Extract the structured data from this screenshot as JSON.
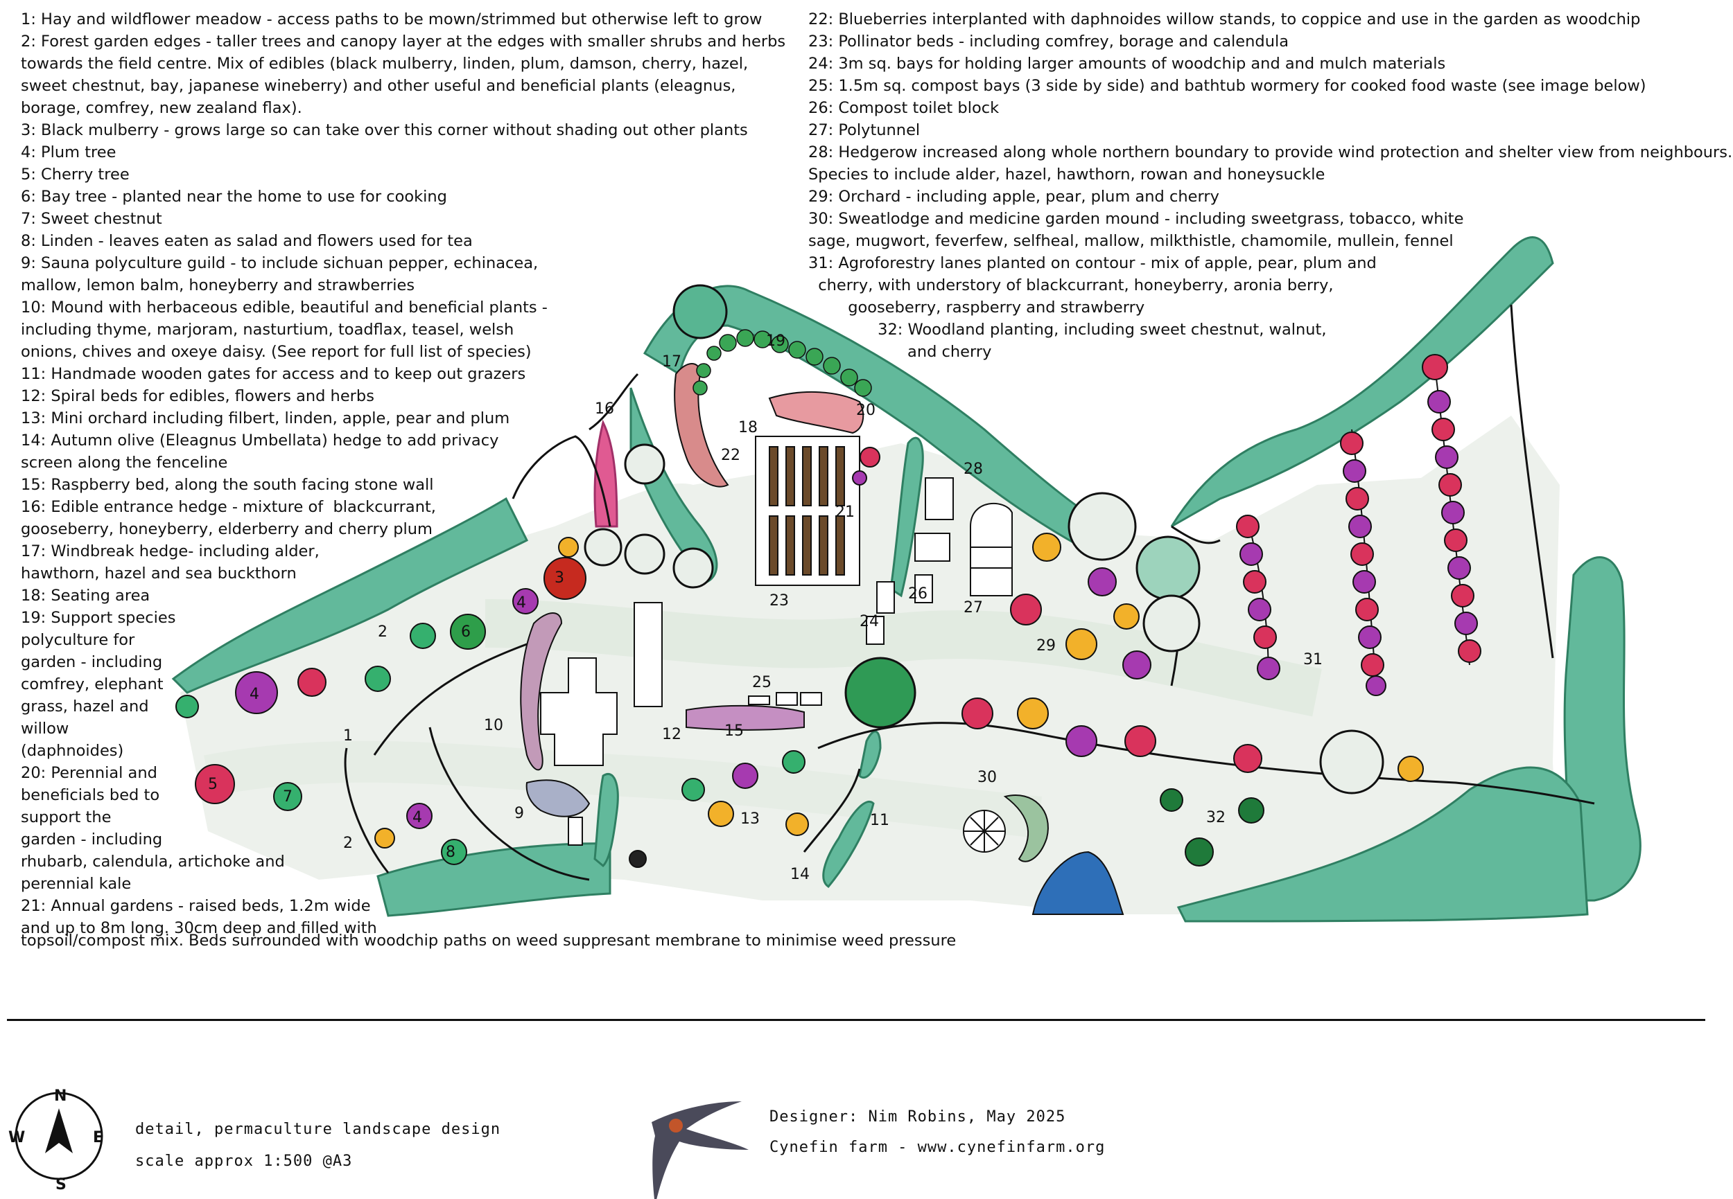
{
  "legend_left": [
    "1: Hay and wildflower meadow - access paths to be mown/strimmed but otherwise left to grow",
    "2: Forest garden edges - taller trees and canopy layer at the edges with smaller shrubs and herbs",
    "towards the field centre. Mix of edibles (black mulberry, linden, plum, damson, cherry, hazel,",
    "sweet chestnut, bay, japanese wineberry) and other useful and beneficial plants (eleagnus,",
    "borage, comfrey, new zealand flax).",
    "3: Black mulberry - grows large so can take over this corner without shading out other plants",
    "4: Plum tree",
    "5: Cherry tree",
    "6: Bay tree - planted near the home to use for cooking",
    "7: Sweet chestnut",
    "8: Linden - leaves eaten as salad and flowers used for tea",
    "9: Sauna polyculture guild - to include sichuan pepper, echinacea,",
    "mallow, lemon balm, honeyberry and strawberries",
    "10: Mound with herbaceous edible, beautiful and beneficial plants -",
    "including thyme, marjoram, nasturtium, toadflax, teasel, welsh",
    "onions, chives and oxeye daisy. (See report for full list of species)",
    "11: Handmade wooden gates for access and to keep out grazers",
    "12: Spiral beds for edibles, flowers and herbs",
    "13: Mini orchard including filbert, linden, apple, pear and plum",
    "14: Autumn olive (Eleagnus Umbellata) hedge to add privacy",
    "screen along the fenceline",
    "15: Raspberry bed, along the south facing stone wall",
    "16: Edible entrance hedge - mixture of  blackcurrant,",
    "gooseberry, honeyberry, elderberry and cherry plum",
    "17: Windbreak hedge- including alder,",
    "hawthorn, hazel and sea buckthorn",
    "18: Seating area",
    "19: Support species",
    "polyculture for",
    "garden - including",
    "comfrey, elephant",
    "grass, hazel and",
    "willow",
    "(daphnoides)",
    "20: Perennial and",
    "beneficials bed to",
    "support the",
    "garden - including",
    "rhubarb, calendula, artichoke and",
    "perennial kale",
    "21: Annual gardens - raised beds, 1.2m wide",
    "and up to 8m long. 30cm deep and filled with"
  ],
  "legend_bottom": "topsoil/compost mix. Beds surrounded with woodchip paths on weed suppresant membrane to minimise weed pressure",
  "legend_right": [
    "22: Blueberries interplanted with daphnoides willow stands, to coppice and use in the garden as woodchip",
    "23: Pollinator beds - including comfrey, borage and calendula",
    "24: 3m sq. bays for holding larger amounts of woodchip and and mulch materials",
    "25: 1.5m sq. compost bays (3 side by side) and bathtub wormery for cooked food waste (see image below)",
    "26: Compost toilet block",
    "27: Polytunnel",
    "28: Hedgerow increased along whole northern boundary to provide wind protection and shelter view from neighbours.",
    "Species to include alder, hazel, hawthorn, rowan and honeysuckle",
    "29: Orchard - including apple, pear, plum and cherry",
    "30: Sweatlodge and medicine garden mound - including sweetgrass, tobacco, white",
    "sage, mugwort, feverfew, selfheal, mallow, milkthistle, chamomile, mullein, fennel",
    "31: Agroforestry lanes planted on contour - mix of apple, pear, plum and",
    "  cherry, with understory of blackcurrant, honeyberry, aronia berry,",
    "        gooseberry, raspberry and strawberry",
    "              32: Woodland planting, including sweet chestnut, walnut,",
    "                    and cherry"
  ],
  "plan_labels": [
    "1",
    "2",
    "2",
    "3",
    "4",
    "4",
    "4",
    "5",
    "6",
    "7",
    "8",
    "9",
    "10",
    "11",
    "12",
    "13",
    "14",
    "15",
    "16",
    "17",
    "18",
    "19",
    "20",
    "21",
    "22",
    "23",
    "24",
    "25",
    "26",
    "27",
    "28",
    "29",
    "30",
    "31",
    "32"
  ],
  "compass": {
    "n": "N",
    "s": "S",
    "e": "E",
    "w": "W"
  },
  "footer": {
    "title": "detail, permaculture landscape design",
    "scale": "scale approx 1:500 @A3",
    "designer": "Designer: Nim Robins, May 2025",
    "farm": "Cynefin farm - www.cynefinfarm.org"
  },
  "colors": {
    "hedge": "#5fb89a",
    "hedge_dark": "#2f8a6a",
    "meadow": "#eef1ec",
    "cherry": "#d9335c",
    "plum": "#a63ab0",
    "apple": "#f2b12a",
    "chestnut": "#35b06e",
    "bay": "#2e9e4a",
    "mulberry": "#c62a1f",
    "pond": "#2e72b8",
    "bed_pink": "#e7a0a8",
    "bed_lilac": "#b890c8"
  }
}
